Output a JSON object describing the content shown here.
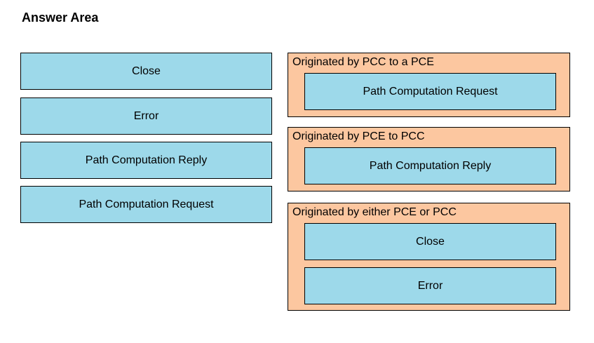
{
  "title": "Answer Area",
  "source_items": [
    {
      "label": "Close"
    },
    {
      "label": "Error"
    },
    {
      "label": "Path Computation Reply"
    },
    {
      "label": "Path Computation Request"
    }
  ],
  "targets": [
    {
      "label": "Originated by PCC to a PCE",
      "items": [
        {
          "label": "Path Computation Request"
        }
      ]
    },
    {
      "label": "Originated by PCE to PCC",
      "items": [
        {
          "label": "Path Computation Reply"
        }
      ]
    },
    {
      "label": "Originated by either PCE or PCC",
      "items": [
        {
          "label": "Close"
        },
        {
          "label": "Error"
        }
      ]
    }
  ],
  "colors": {
    "item_fill": "#9dd9ea",
    "target_fill": "#fcc7a0",
    "border": "#000000"
  }
}
